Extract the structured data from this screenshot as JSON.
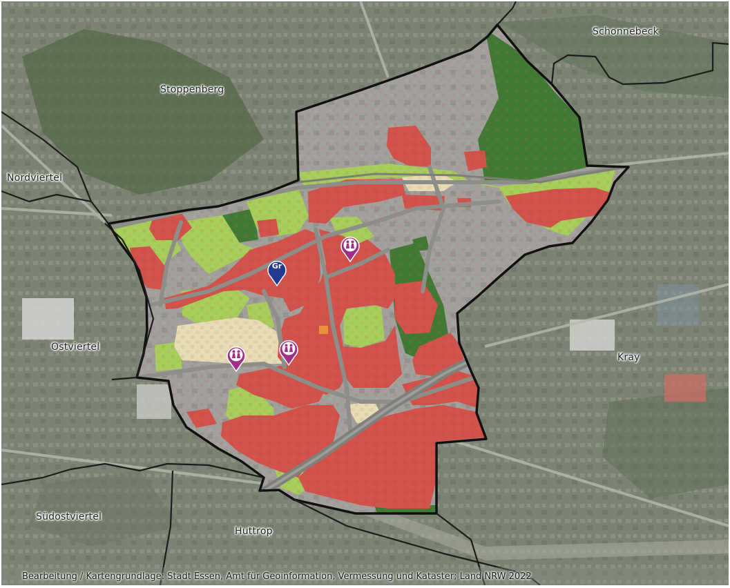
{
  "places": [
    {
      "id": "schonnebeck",
      "name": "Schonnebeck"
    },
    {
      "id": "stoppenberg",
      "name": "Stoppenberg"
    },
    {
      "id": "nordviertel",
      "name": "Nordviertel"
    },
    {
      "id": "ostviertel",
      "name": "Ostviertel"
    },
    {
      "id": "kray",
      "name": "Kray"
    },
    {
      "id": "suedostviertel",
      "name": "Südostviertel"
    },
    {
      "id": "huttrop",
      "name": "Huttrop"
    }
  ],
  "markers": [
    {
      "type": "family",
      "icon": "family-icon"
    },
    {
      "type": "family",
      "icon": "family-icon"
    },
    {
      "type": "family",
      "icon": "family-icon"
    },
    {
      "type": "service",
      "icon": "gr-marker-icon",
      "label": "Gr"
    }
  ],
  "credit": "Bearbeitung / Kartengrundlage: Stadt Essen, Amt für Geoinformation, Vermessung und Kataster; Land NRW 2022",
  "colors": {
    "aerial_base": "#7c8373",
    "residential": "#d0524a",
    "green_space": "#a5cf5a",
    "forest": "#3f7a34",
    "commercial": "#9a9a9a",
    "open_land": "#e6ddb6",
    "special": "#e8913a",
    "boundary": "#111111",
    "marker_family": "#a02f86",
    "marker_service": "#213b8f"
  }
}
